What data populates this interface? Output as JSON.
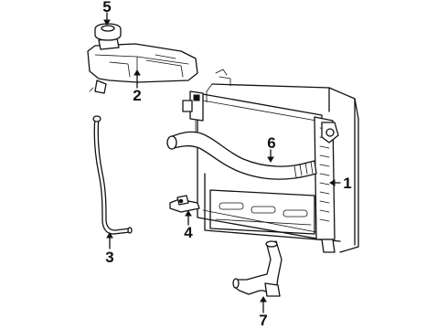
{
  "diagram": {
    "callouts": [
      {
        "id": "c1",
        "label": "1"
      },
      {
        "id": "c2",
        "label": "2"
      },
      {
        "id": "c3",
        "label": "3"
      },
      {
        "id": "c4",
        "label": "4"
      },
      {
        "id": "c5",
        "label": "5"
      },
      {
        "id": "c6",
        "label": "6"
      },
      {
        "id": "c7",
        "label": "7"
      }
    ]
  }
}
